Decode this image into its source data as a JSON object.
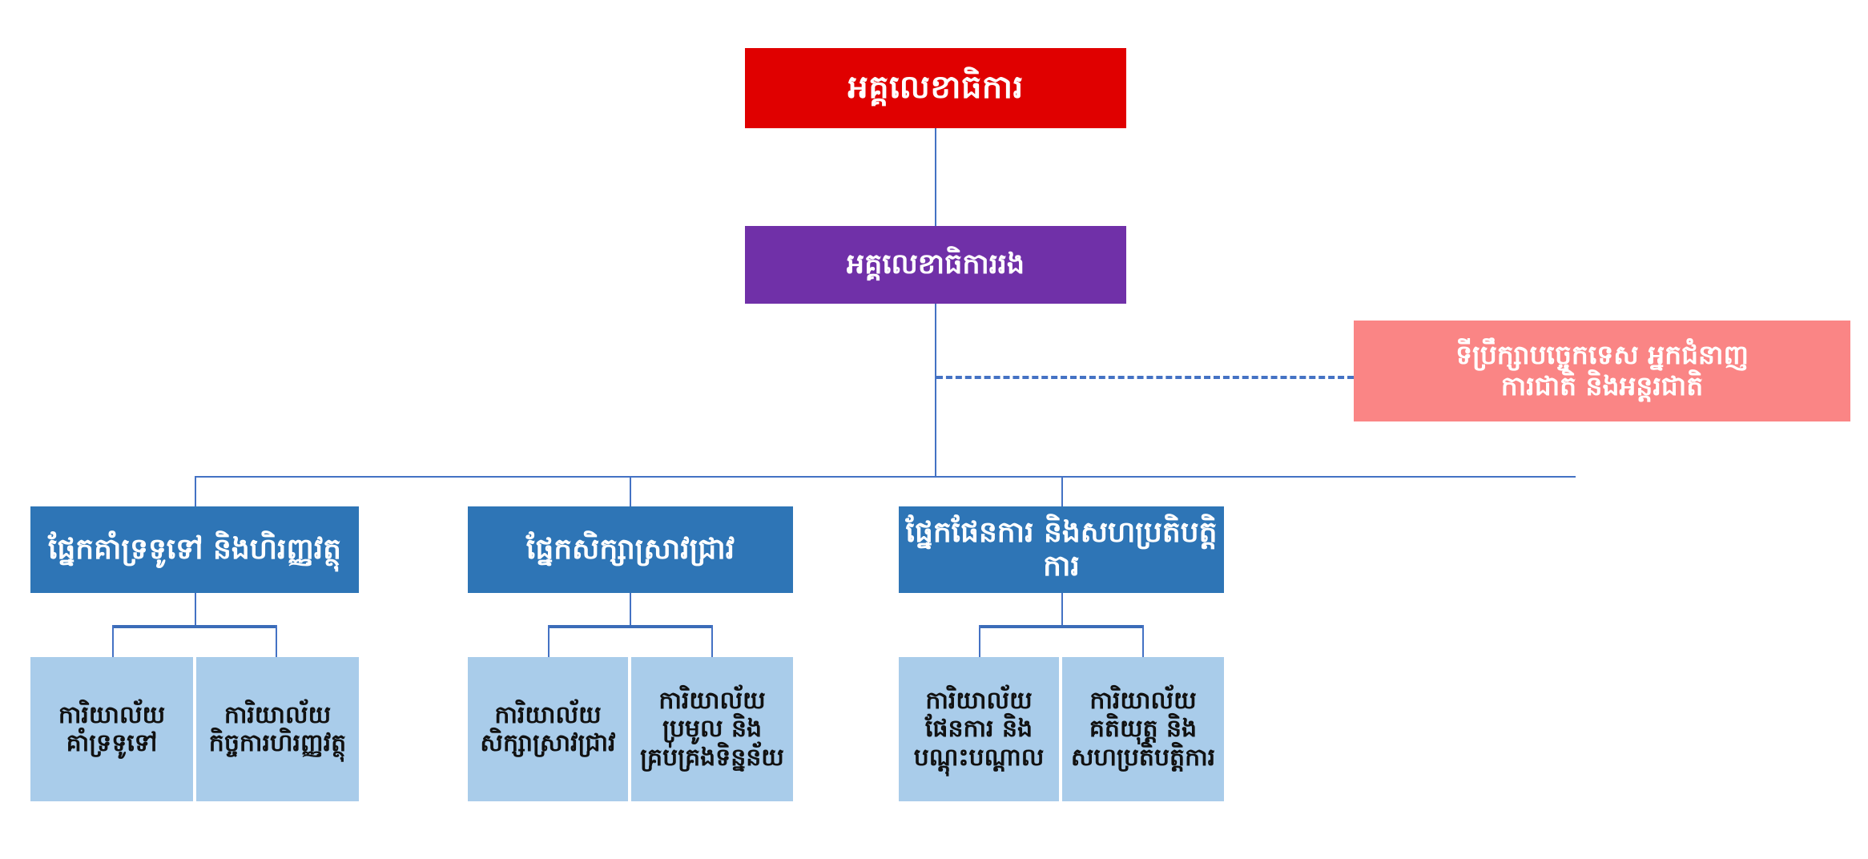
{
  "chart": {
    "type": "org-chart",
    "title_text": "អគ្គលេខាធិការ",
    "colors": {
      "secretary_general": "#E00000",
      "deputy_secretary_general": "#7030A8",
      "advisory": "#FA8585",
      "department": "#2E75B6",
      "office": "#A9CCEA",
      "connector": "#4472C4",
      "background": "#FFFFFF"
    }
  },
  "nodes": {
    "secretary_general": {
      "label": "អគ្គលេខាធិការ"
    },
    "deputy_secretary_general": {
      "label": "អគ្គលេខាធិការរង"
    },
    "advisory": {
      "label": "ទីប្រឹក្សាបច្ចេកទេស អ្នកជំនាញ\nការជាតិ និងអន្តរជាតិ"
    },
    "departments": [
      {
        "label": "ផ្នែកគាំទ្រទូទៅ និងហិរញ្ញវត្ថុ",
        "offices": [
          {
            "label": "ការិយាល័យ\nគាំទ្រទូទៅ"
          },
          {
            "label": "ការិយាល័យ\nកិច្ចការហិរញ្ញវត្ថុ"
          }
        ]
      },
      {
        "label": "ផ្នែកសិក្សាស្រាវជ្រាវ",
        "offices": [
          {
            "label": "ការិយាល័យ\nសិក្សាស្រាវជ្រាវ"
          },
          {
            "label": "ការិយាល័យ\nប្រមូល និង\nគ្រប់គ្រងទិន្នន័យ"
          }
        ]
      },
      {
        "label": "ផ្នែកផែនការ និងសហប្រតិបត្តិការ",
        "offices": [
          {
            "label": "ការិយាល័យ\nផែនការ និង\nបណ្ដុះបណ្ដាល"
          },
          {
            "label": "ការិយាល័យ\nគតិយុត្ត និង\nសហប្រតិបត្តិការ"
          }
        ]
      }
    ]
  }
}
